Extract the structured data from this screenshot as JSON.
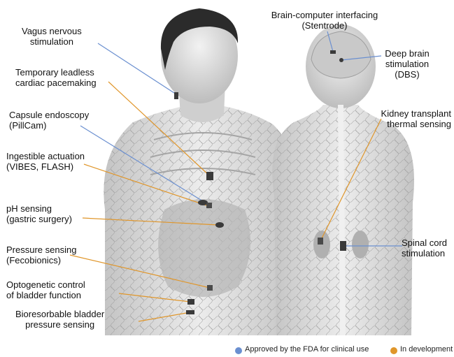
{
  "colors": {
    "approved": "#6a8fd0",
    "development": "#e0962a",
    "body": "#d9d9d9",
    "hair": "#2b2b2b"
  },
  "labels": {
    "vagus": [
      "Vagus nervous",
      "stimulation"
    ],
    "pacemaking": [
      "Temporary leadless",
      "cardiac pacemaking"
    ],
    "capsule": [
      "Capsule endoscopy",
      "(PillCam)"
    ],
    "ingestible": [
      "Ingestible actuation",
      "(VIBES, FLASH)"
    ],
    "ph": [
      "pH sensing",
      "(gastric surgery)"
    ],
    "pressure": [
      "Pressure sensing",
      "(Fecobionics)"
    ],
    "optogenetic": [
      "Optogenetic control",
      "of bladder function"
    ],
    "bioresorbable": [
      "Bioresorbable bladder",
      "pressure sensing"
    ],
    "bci": [
      "Brain-computer interfacing",
      "(Stentrode)"
    ],
    "dbs": [
      "Deep brain",
      "stimulation",
      "(DBS)"
    ],
    "kidney": [
      "Kidney transplant",
      "thermal sensing"
    ],
    "spinal": [
      "Spinal cord",
      "stimulation"
    ]
  },
  "legend": {
    "approved": "Approved by the FDA for clinical use",
    "development": "In development"
  }
}
